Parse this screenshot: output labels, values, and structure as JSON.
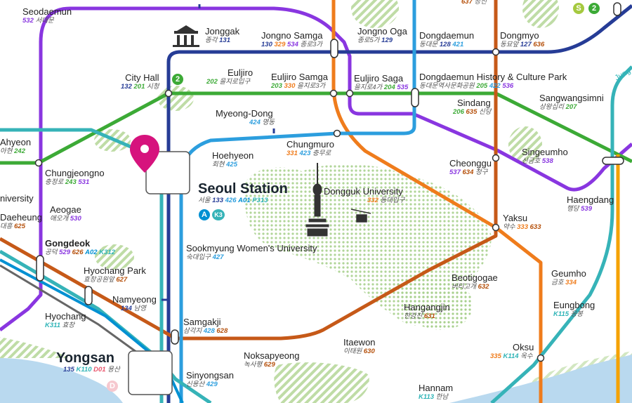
{
  "colors": {
    "line1": "#263c96",
    "line2": "#3caa36",
    "line3": "#ef7c1c",
    "line4": "#2c9ede",
    "line5": "#8936e0",
    "line6": "#b5500b",
    "airport": "#0090d2",
    "gyeongui": "#77c4a3",
    "suin": "#f5a200",
    "pin": "#d6137d",
    "park": "#a8d08d",
    "water": "#b9d9ef"
  },
  "badges": {
    "line2": "2",
    "airport": "A",
    "gyeongui": "K3",
    "shinbundang": "S",
    "dx": "D"
  },
  "stations": {
    "seodaemun": {
      "en": "Seodaemun",
      "kr": "서대문",
      "codes": [
        "532"
      ]
    },
    "jonggak": {
      "en": "Jonggak",
      "kr": "종각",
      "codes": [
        "131"
      ]
    },
    "jongno_samga": {
      "en": "Jongno Samga",
      "kr": "종로3가",
      "codes": [
        "130",
        "329",
        "534"
      ]
    },
    "jongno_oga": {
      "en": "Jongno Oga",
      "kr": "종로5가",
      "codes": [
        "129"
      ]
    },
    "dongdaemun": {
      "en": "Dongdaemun",
      "kr": "동대문",
      "codes": [
        "128",
        "421"
      ]
    },
    "dongmyo": {
      "en": "Dongmyo",
      "kr": "동묘앞",
      "codes": [
        "127",
        "636"
      ]
    },
    "cityhall": {
      "en": "City Hall",
      "kr": "시청",
      "codes": [
        "132",
        "201"
      ]
    },
    "euljiro": {
      "en": "Euljiro",
      "kr": "을지로입구",
      "codes": [
        "202"
      ]
    },
    "euljiro_samga": {
      "en": "Euljiro Samga",
      "kr": "을지로3가",
      "codes": [
        "203",
        "330"
      ]
    },
    "euljiro_saga": {
      "en": "Euljiro Saga",
      "kr": "을지로4가",
      "codes": [
        "204",
        "535"
      ]
    },
    "ddp": {
      "en": "Dongdaemun History & Culture Park",
      "kr": "동대문역사문화공원",
      "codes": [
        "205",
        "422",
        "536"
      ]
    },
    "sindang": {
      "en": "Sindang",
      "kr": "신당",
      "codes": [
        "206",
        "635"
      ]
    },
    "sangwangsimni": {
      "en": "Sangwangsimni",
      "kr": "상왕십리",
      "codes": [
        "207"
      ]
    },
    "myeongdong": {
      "en": "Myeong-Dong",
      "kr": "명동",
      "codes": [
        "424"
      ]
    },
    "ahyeon": {
      "en": "Ahyeon",
      "kr": "아현",
      "codes": [
        "242"
      ]
    },
    "chungjeongno": {
      "en": "Chungjeongno",
      "kr": "충정로",
      "codes": [
        "243",
        "531"
      ]
    },
    "hoehyeon": {
      "en": "Hoehyeon",
      "kr": "회현",
      "codes": [
        "425"
      ]
    },
    "chungmuro": {
      "en": "Chungmuro",
      "kr": "충무로",
      "codes": [
        "331",
        "423"
      ]
    },
    "cheonggu": {
      "en": "Cheonggu",
      "kr": "청구",
      "codes": [
        "537",
        "634"
      ]
    },
    "singeumho": {
      "en": "Singeumho",
      "kr": "신금호",
      "codes": [
        "538"
      ]
    },
    "seoul_station": {
      "en": "Seoul Station",
      "kr": "서울",
      "codes": [
        "133",
        "426",
        "A01",
        "P313"
      ]
    },
    "university": {
      "en": "niversity",
      "kr": ""
    },
    "daeheung": {
      "en": "Daeheung",
      "kr": "대흥",
      "codes": [
        "625"
      ]
    },
    "aeogae": {
      "en": "Aeogae",
      "kr": "애오개",
      "codes": [
        "530"
      ]
    },
    "dongguk": {
      "en": "Dongguk University",
      "kr": "동대입구",
      "codes": [
        "332"
      ]
    },
    "haengdang": {
      "en": "Haengdang",
      "kr": "행당",
      "codes": [
        "539"
      ]
    },
    "gongdeok": {
      "en": "Gongdeok",
      "kr": "공덕",
      "codes": [
        "529",
        "626",
        "A02",
        "K312"
      ]
    },
    "yaksu": {
      "en": "Yaksu",
      "kr": "약수",
      "codes": [
        "333",
        "633"
      ]
    },
    "sookmyung": {
      "en": "Sookmyung Women's University",
      "kr": "숙대입구",
      "codes": [
        "427"
      ]
    },
    "hyochang": {
      "en": "Hyochang Park",
      "kr": "효창공원앞",
      "codes": [
        "627"
      ]
    },
    "beotigogae": {
      "en": "Beotigogae",
      "kr": "버티고개",
      "codes": [
        "632"
      ]
    },
    "geumho": {
      "en": "Geumho",
      "kr": "금호",
      "codes": [
        "334"
      ]
    },
    "namyeong": {
      "en": "Namyeong",
      "kr": "남영",
      "codes": [
        "134"
      ]
    },
    "hangangjin": {
      "en": "Hangangjin",
      "kr": "한강진",
      "codes": [
        "631"
      ]
    },
    "eungbong": {
      "en": "Eungbong",
      "kr": "응봉",
      "codes": [
        "K115"
      ]
    },
    "hyochang_k": {
      "en": "Hyochang",
      "kr": "효창",
      "codes": [
        "K311"
      ]
    },
    "samgakji": {
      "en": "Samgakji",
      "kr": "삼각지",
      "codes": [
        "428",
        "628"
      ]
    },
    "itaewon": {
      "en": "Itaewon",
      "kr": "이태원",
      "codes": [
        "630"
      ]
    },
    "oksu": {
      "en": "Oksu",
      "kr": "옥수",
      "codes": [
        "335",
        "K114"
      ]
    },
    "yongsan": {
      "en": "Yongsan",
      "kr": "용산",
      "codes": [
        "135",
        "K110",
        "D01"
      ]
    },
    "noksapyeong": {
      "en": "Noksapyeong",
      "kr": "녹사평",
      "codes": [
        "629"
      ]
    },
    "sinyongsan": {
      "en": "Sinyongsan",
      "kr": "신용산",
      "codes": [
        "429"
      ]
    },
    "hannam": {
      "en": "Hannam",
      "kr": "한남",
      "codes": [
        "K113"
      ]
    },
    "top_right_code": {
      "codes": [
        "637"
      ],
      "kr": "창신"
    },
    "jungang_cut": {
      "en": "Jung"
    }
  }
}
